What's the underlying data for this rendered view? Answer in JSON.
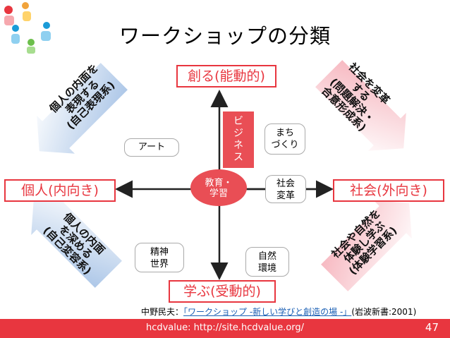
{
  "title": "ワークショップの分類",
  "axes": {
    "top": "創る(能動的)",
    "bottom": "学ぶ(受動的)",
    "left": "個人(内向き)",
    "right": "社会(外向き)"
  },
  "center_label": "教育・\n学習",
  "business_label": "ビ\nジ\nネ\nス",
  "items": {
    "art": "アート",
    "machizukuri": "まち\nづくり",
    "social_change": "社会\n変革",
    "mental_world": "精神\n世界",
    "nature_env": "自然\n環境"
  },
  "diagonal_arrows": {
    "top_left": "個人の内面を\n表現する\n(自己表現系)",
    "top_right": "社会を変革\nする\n(問題解決・\n合意形成系)",
    "bottom_left": "個人の内面\nを深める\n(自己変容系)",
    "bottom_right": "社会や自然を\n体験し学ぶ\n(体験学習系)"
  },
  "citation": {
    "prefix": "中野民夫：",
    "link": "「ワークショップ -新しい学びと創造の場 -」",
    "suffix": "(岩波新書:2001)"
  },
  "footer": {
    "text": "hcdvalue: http://site.hcdvalue.org/",
    "page": "47"
  },
  "colors": {
    "accent": "#e8363f",
    "arrow_blue": "#a7c3e6",
    "arrow_pink": "#f6b4bd",
    "axis": "#222222",
    "center_ellipse": "#e94e55"
  }
}
